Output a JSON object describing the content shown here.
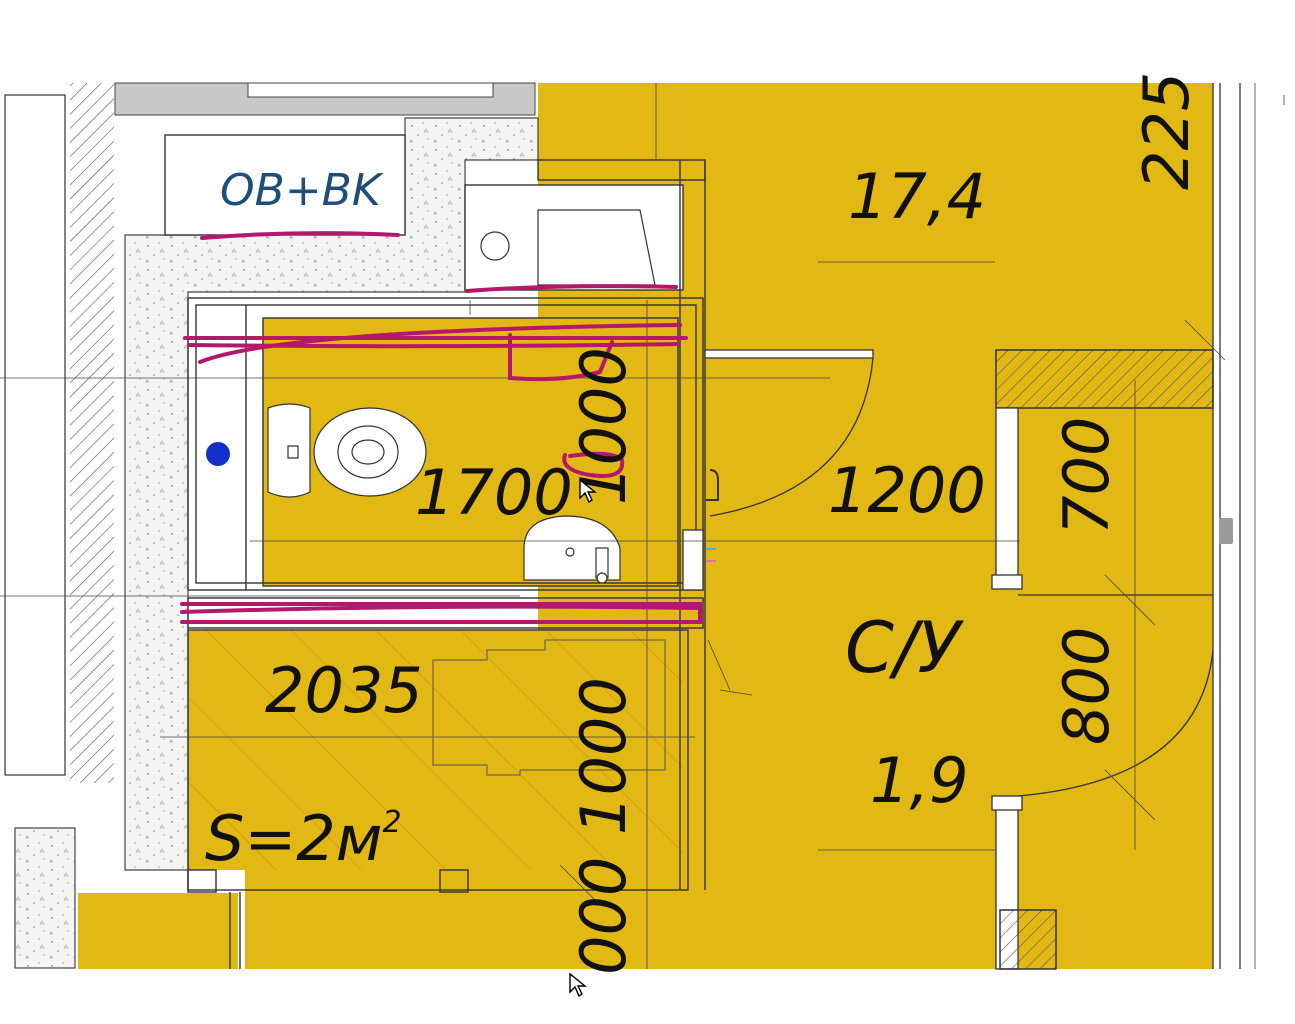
{
  "colors": {
    "room_fill": "#e2b815",
    "wall_line": "#333333",
    "markup": "#b5176a",
    "shaft_text": "#1f4e79",
    "riser_dot": "#1230c8"
  },
  "labels": {
    "shaft": "OB+BK",
    "area_top": "17,4",
    "dim_225": "225",
    "dim_1700": "1700",
    "dim_1000_wc": "1000",
    "dim_1200": "1200",
    "dim_700": "700",
    "dim_800": "800",
    "room_name": "С/У",
    "area_su": "1,9",
    "dim_2035": "2035",
    "dim_1000_lower": "1000",
    "area_formula": "S=2м",
    "area_formula_sup": "2",
    "dim_bottom": "000"
  },
  "icons": {
    "riser": "blue-circle-icon",
    "cursor": "arrow-cursor-icon"
  }
}
